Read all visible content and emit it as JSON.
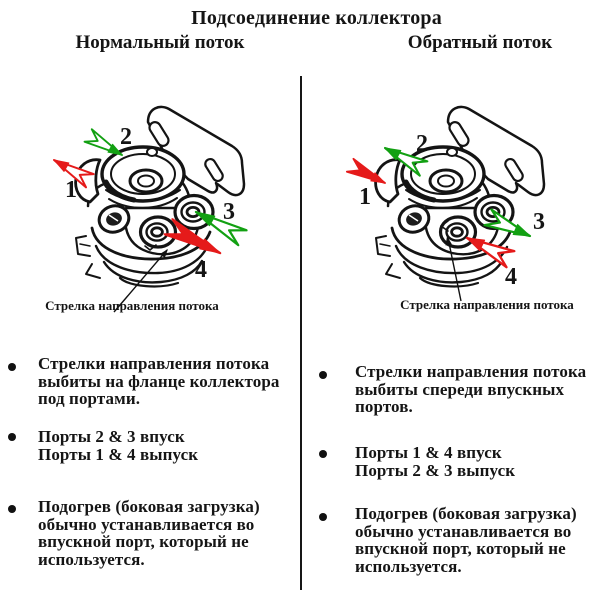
{
  "title": "Подсоединение коллектора",
  "left": {
    "header": "Нормальный поток",
    "caption": "Стрелка направления потока",
    "ports": {
      "n1": "1",
      "n2": "2",
      "n3": "3",
      "n4": "4"
    },
    "bullet1": [
      "Стрелки направления потока",
      "выбиты на фланце коллектора",
      "под портами."
    ],
    "bullet2": [
      "Порты 2 & 3 впуск",
      "Порты 1 & 4 выпуск"
    ],
    "bullet3": [
      "Подогрев (боковая загрузка)",
      "обычно устанавливается во",
      "впускной порт, который не",
      "используется."
    ]
  },
  "right": {
    "header": "Обратный поток",
    "caption": "Стрелка направления потока",
    "ports": {
      "n1": "1",
      "n2": "2",
      "n3": "3",
      "n4": "4"
    },
    "bullet1": [
      "Стрелки направления потока",
      "выбиты спереди впускных",
      "портов."
    ],
    "bullet2": [
      "Порты 1 & 4 впуск",
      "Порты 2 & 3 выпуск"
    ],
    "bullet3": [
      "Подогрев (боковая загрузка)",
      "обычно устанавливается во",
      "впускной порт, который не",
      "используется."
    ]
  },
  "colors": {
    "intake_green": "#12a012",
    "exhaust_red": "#e51a1a",
    "line_black": "#141414"
  }
}
